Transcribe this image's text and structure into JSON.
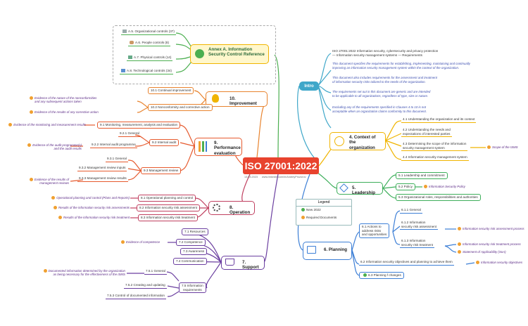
{
  "title": "ISO 27001:2022",
  "subtitle_date": "13.03.2023",
  "subtitle_url": "www.linkedin.com/in/AndreyProzorov",
  "legend": {
    "title": "Legend",
    "new": "New 2022",
    "required": "Required Documents"
  },
  "intro": {
    "label": "Intro",
    "lines": [
      "ISO 27001:2022 Information security, cybersecurity and privacy protection",
      "— Information security management systems — Requirements"
    ],
    "notes": [
      [
        "This document specifies the requirements for establishing, implementing, maintaining and continually",
        "improving an information security management system within the context of the organization."
      ],
      [
        "This document also includes requirements for the assessment and treatment",
        "of information security risks tailored to the needs of the organization."
      ],
      [
        "The requirements set out in this document are generic and are intended",
        "to be applicable to all organizations, regardless of type, size or nature."
      ],
      [
        "Excluding any of the requirements specified in Clauses 4 to 10 is not",
        "acceptable when an organization claims conformity to this document."
      ]
    ]
  },
  "annex": {
    "label": [
      "Annex A. Information",
      "Security Control Reference"
    ],
    "items": [
      "A.5. Organizational controls (37)",
      "A.6. People controls (8)",
      "A.7. Physical controls (14)",
      "A.8. Technological controls (34)"
    ]
  },
  "c4": {
    "label": [
      "4. Context of",
      "the organization"
    ],
    "items": [
      "4.1 Understanding the organization and its context",
      "4.2 Understanding the needs and",
      "expectations of interested parties",
      "4.3 Determining the scope of the information",
      "security management system",
      "4.4 Information security management system"
    ],
    "note": "Scope of the ISMS"
  },
  "c5": {
    "label": "5. Leadership",
    "items": [
      "5.1 Leadership and commitment",
      "5.2 Policy",
      "5.3 Organizational roles, responsibilities and authorities"
    ],
    "note": "Information Security Policy"
  },
  "c6": {
    "label": "6. Planning",
    "items": [
      "6.1 Actions to",
      "address risks",
      "and opportunities",
      "6.1.1 General",
      "6.1.2 Information",
      "security risk assessment",
      "6.1.3 Information",
      "security risk treatment",
      "6.2 Information security objectives and planning to achieve them",
      "6.3 Planning f changes"
    ],
    "notes": [
      "Information security risk assessment process",
      "Information security risk treatment process",
      "Statement of Applicability (SoA)",
      "Information security objectives"
    ]
  },
  "c7": {
    "label": "7. Support",
    "items": [
      "7.1 Resources",
      "7.2 Competence",
      "7.3 Awareness",
      "7.4 Communication",
      "7.5 Information",
      "requirements",
      "7.5.1 General",
      "7.5.2 Creating and updating",
      "7.5.3 Control of documented information"
    ],
    "notes": [
      "Evidence of competence",
      "Documented information determined by the organization",
      "as being necessary for the effectiveness of the ISMS"
    ]
  },
  "c8": {
    "label": "8. Operation",
    "items": [
      "8.1 Operational planning and control",
      "8.2 Information security risk assessment",
      "8.3 Information security risk treatment"
    ],
    "notes": [
      "Operational planning and control (Plans and Reports)",
      "Results of the information security risk assessments",
      "Results of the information security risk treatment"
    ]
  },
  "c9": {
    "label": [
      "9. Performance",
      "evaluation"
    ],
    "items": [
      "9.1 Monitoring, measurement, analysis and evaluation",
      "9.2 Internal audit",
      "9.2.1 General",
      "9.2.2 Internal audit programme",
      "9.3 Management review",
      "9.3.1 General",
      "9.3.2 Management review inputs",
      "9.3.3 Management review results"
    ],
    "notes": [
      "Evidence of the monitoring and measurement results",
      "Evidence of the audit programme(s)",
      "and the audit results",
      "Evidence of the results of",
      "management reviews"
    ]
  },
  "c10": {
    "label": "10. Improvement",
    "items": [
      "10.1 Continual improvement",
      "10.2 Nonconformity and corrective action"
    ],
    "notes": [
      "Evidence of the nature of the nonconformities",
      "and any subsequent actions taken",
      "Evidence of the results of any corrective action"
    ]
  },
  "colors": {
    "main": "#e8432e",
    "intro": "#3fa7c9",
    "c4": "#f0b400",
    "c5": "#3dae5a",
    "c6": "#3d7fd6",
    "c7": "#6b3fa0",
    "c8": "#c04060",
    "c9": "#e65a2e",
    "c10": "#e8832e",
    "annex": "#4caf50"
  }
}
